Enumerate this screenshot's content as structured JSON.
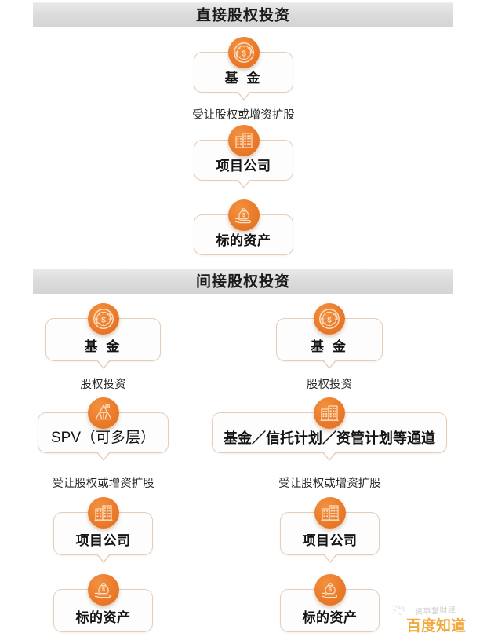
{
  "document": {
    "kind": "flow-diagram",
    "title_direct": "直接股权投资",
    "title_indirect": "间接股权投资"
  },
  "colors": {
    "badge_orange": "#ea7b2b",
    "box_border": "#e3cdbb",
    "bar_grey": "#dcdcdc",
    "watermark_gold": "#f0a93c",
    "text_dark": "#141414"
  },
  "sections": {
    "direct": {
      "header": "直接股权投资",
      "nodes": [
        {
          "label": "基 金",
          "icon": "coin-money-icon"
        },
        {
          "label": "项目公司",
          "icon": "building-icon"
        },
        {
          "label": "标的资产",
          "icon": "hand-money-bag-icon"
        }
      ],
      "connectors": [
        "受让股权或增资扩股"
      ]
    },
    "indirect": {
      "header": "间接股权投资",
      "column_left": {
        "nodes": [
          {
            "label": "基 金",
            "icon": "coin-money-icon"
          },
          {
            "label": "SPV（可多层）",
            "icon": "pyramid-layers-icon"
          },
          {
            "label": "项目公司",
            "icon": "building-icon"
          },
          {
            "label": "标的资产",
            "icon": "hand-money-bag-icon"
          }
        ],
        "connectors": [
          "股权投资",
          "受让股权或增资扩股"
        ]
      },
      "column_right": {
        "nodes": [
          {
            "label": "基 金",
            "icon": "coin-money-icon"
          },
          {
            "label": "基金／信托计划／资管计划等通道",
            "icon": "building-icon"
          },
          {
            "label": "项目公司",
            "icon": "building-icon"
          },
          {
            "label": "标的资产",
            "icon": "hand-money-bag-icon"
          }
        ],
        "connectors": [
          "股权投资",
          "受让股权或增资扩股"
        ]
      }
    }
  },
  "watermark": {
    "faint_text": "资事堂财经",
    "brand_text": "百度知道",
    "logo_icon": "paw-sketch-icon"
  }
}
